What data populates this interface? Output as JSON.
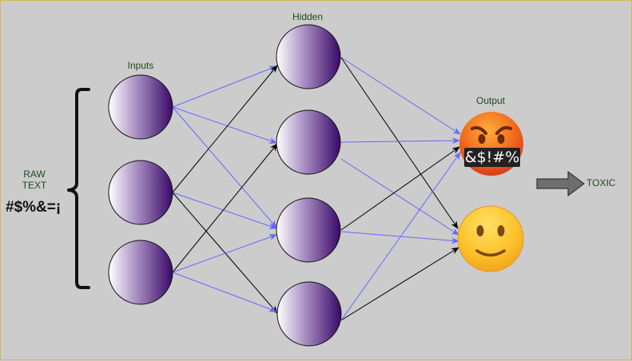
{
  "diagram": {
    "layers": {
      "input_label": "Inputs",
      "hidden_label": "Hidden",
      "output_label": "Output"
    },
    "raw_text": {
      "label_line1": "RAW",
      "label_line2": "TEXT",
      "symbols": "#$%&=¡"
    },
    "outputs": [
      {
        "name": "angry-face",
        "censored_text": "&$!#%"
      },
      {
        "name": "smiling-face"
      }
    ],
    "result_label": "TOXIC",
    "colors": {
      "background": "#cccccc",
      "border": "#d6b656",
      "label_text": "#1e4a1e",
      "node_dark": "#3d0a6b",
      "node_light": "#ffffff",
      "edge_blue": "#6666ff",
      "edge_black": "#000000"
    },
    "nodes": {
      "inputs": 3,
      "hidden": 4,
      "outputs": 2
    }
  }
}
